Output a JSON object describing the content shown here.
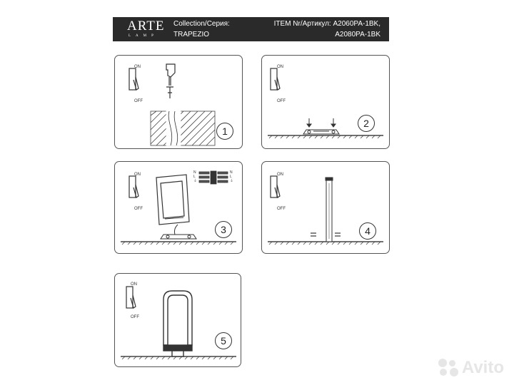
{
  "header": {
    "brand": "ARTE",
    "brand_sub": "LAMP",
    "collection_label": "Collection/Серия:",
    "collection_value": "TRAPEZIO",
    "item_label": "ITEM Nr/Артикул: A2060PA-1BK,",
    "item_value": "A2080PA-1BK"
  },
  "steps": [
    {
      "number": "1",
      "on": "ON",
      "off": "OFF"
    },
    {
      "number": "2",
      "on": "ON",
      "off": "OFF"
    },
    {
      "number": "3",
      "on": "ON",
      "off": "OFF",
      "terminals_left": [
        "N",
        "L",
        "⏚"
      ],
      "terminals_right": [
        "N",
        "L",
        "⏚"
      ]
    },
    {
      "number": "4",
      "on": "ON",
      "off": "OFF"
    },
    {
      "number": "5",
      "on": "ON",
      "off": "OFF"
    }
  ],
  "watermark": "Avito"
}
